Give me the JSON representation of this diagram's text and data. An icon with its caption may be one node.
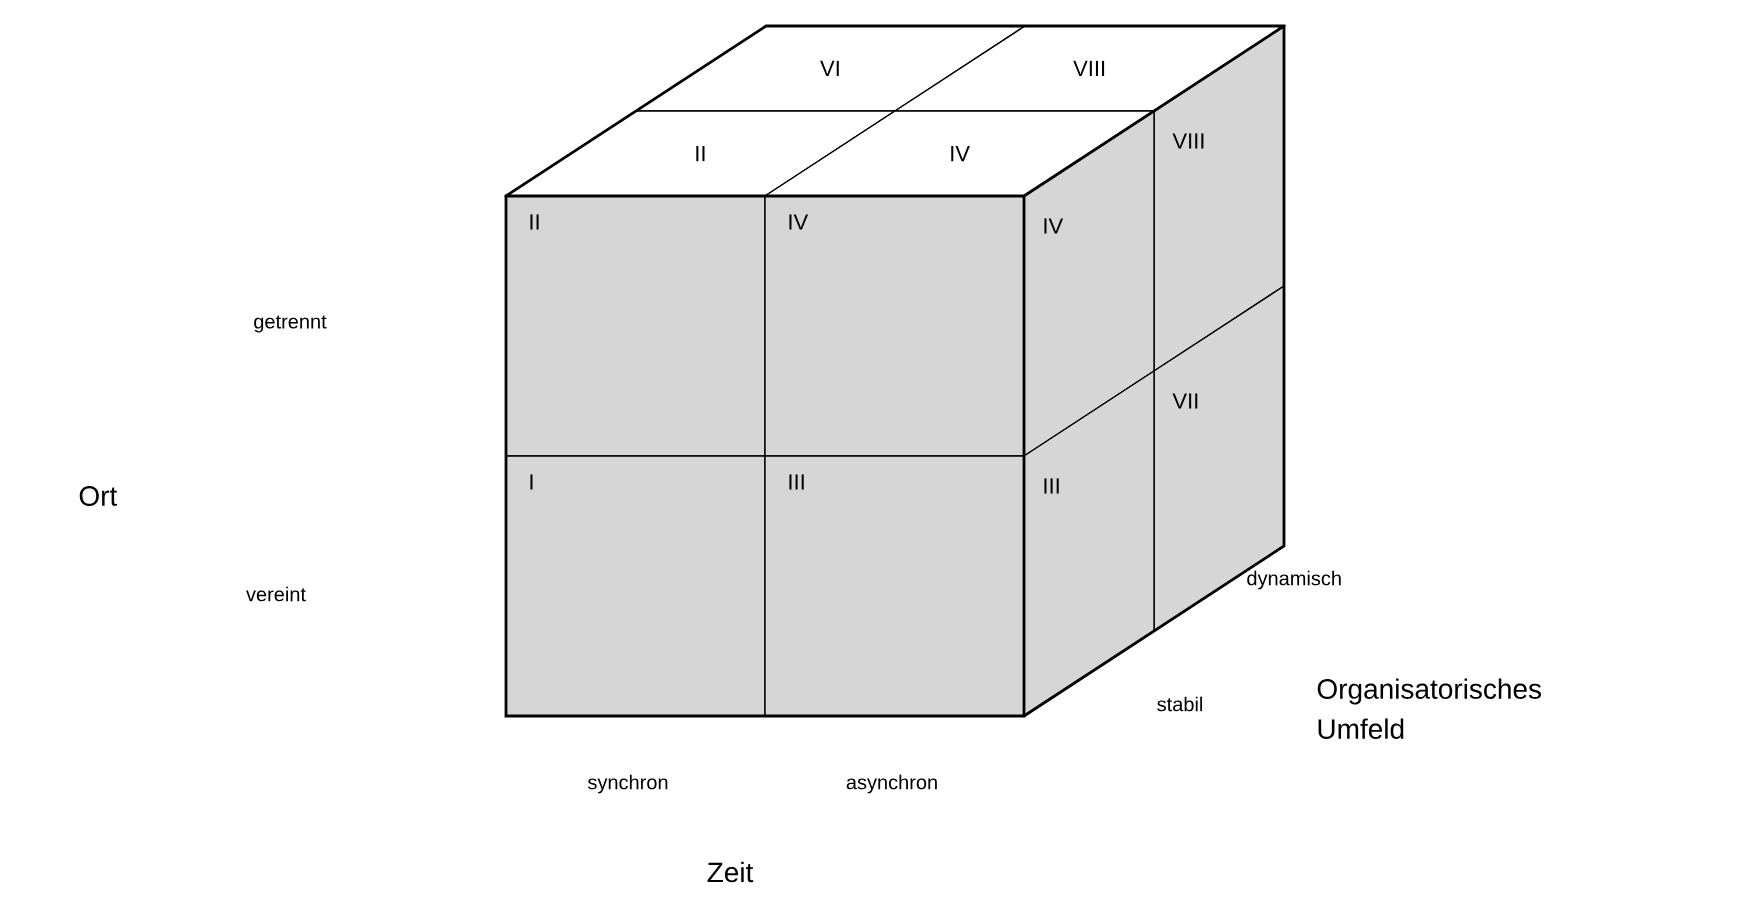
{
  "diagram": {
    "nodes": [
      {
        "text": [
          "VI"
        ]
      },
      {
        "text": [
          "VIII"
        ]
      },
      {
        "text": [
          "II"
        ]
      },
      {
        "text": [
          "IV"
        ]
      },
      {
        "text": [
          "VIII"
        ]
      },
      {
        "text": [
          "II"
        ]
      },
      {
        "text": [
          "IV"
        ]
      },
      {
        "text": [
          "IV"
        ]
      },
      {
        "text": [
          "VII"
        ]
      },
      {
        "text": [
          "I"
        ]
      },
      {
        "text": [
          "III"
        ]
      },
      {
        "text": [
          "III"
        ]
      }
    ],
    "labels": [
      "getrennt",
      "Ort",
      "vereint",
      "dynamisch",
      "stabil",
      "Organisatorisches Umfeld",
      "synchron",
      "asynchron",
      "Zeit"
    ]
  }
}
